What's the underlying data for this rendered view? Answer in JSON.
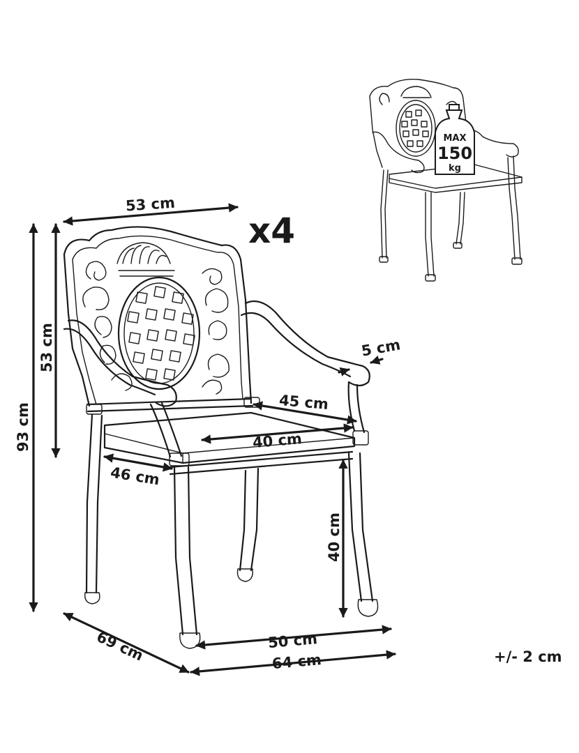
{
  "quantity": "x4",
  "tolerance": "+/- 2 cm",
  "max_load": {
    "top": "MAX",
    "value": "150",
    "unit": "kg"
  },
  "dimensions": {
    "back_width": "53 cm",
    "total_height": "93 cm",
    "back_height": "53 cm",
    "armrest_width": "5 cm",
    "seat_depth": "45 cm",
    "seat_width": "40 cm",
    "seat_side": "46 cm",
    "seat_height": "40 cm",
    "base_width": "50 cm",
    "total_depth": "69 cm",
    "total_width": "64 cm"
  },
  "colors": {
    "ink": "#1a1a1a",
    "background": "#ffffff"
  }
}
